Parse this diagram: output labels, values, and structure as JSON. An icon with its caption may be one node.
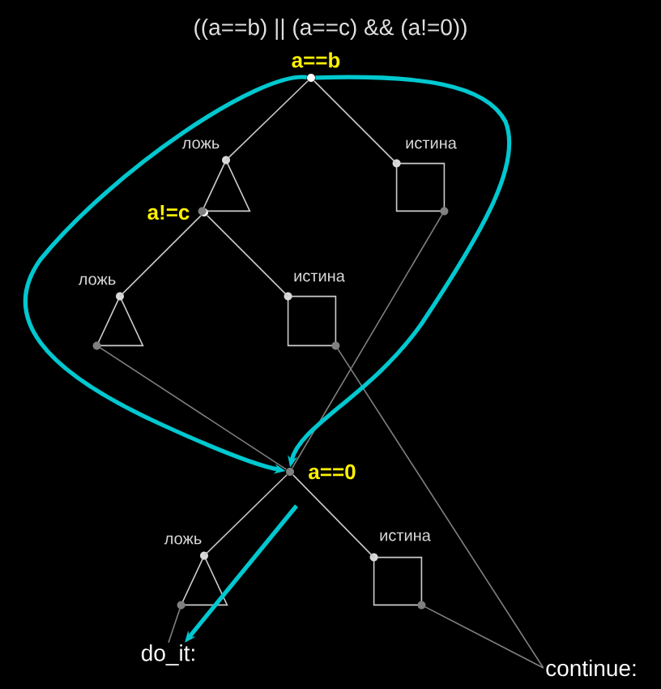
{
  "diagram": {
    "title": "((a==b) || (a==c) && (a!=0))",
    "nodes": [
      {
        "text": [
          "a==b"
        ]
      },
      {
        "text": [
          "a!=c"
        ]
      },
      {
        "text": [
          "a==0"
        ]
      },
      {
        "text": [
          "ложь"
        ]
      },
      {
        "text": [
          "истина"
        ]
      },
      {
        "text": [
          "ложь"
        ]
      },
      {
        "text": [
          "истина"
        ]
      },
      {
        "text": [
          "ложь"
        ]
      },
      {
        "text": [
          "истина"
        ]
      },
      {
        "text": [
          "do_it:"
        ]
      },
      {
        "text": [
          "continue:"
        ]
      }
    ],
    "edges": [
      {
        "from": 0,
        "to": 3,
        "arrow": "none"
      },
      {
        "from": 0,
        "to": 4,
        "arrow": "none"
      },
      {
        "from": 1,
        "to": 5,
        "arrow": "none"
      },
      {
        "from": 1,
        "to": 6,
        "arrow": "none"
      },
      {
        "from": 2,
        "to": 7,
        "arrow": "none"
      },
      {
        "from": 2,
        "to": 8,
        "arrow": "none"
      },
      {
        "from": 5,
        "to": 2,
        "arrow": "none",
        "color": "#808080"
      },
      {
        "from": 4,
        "to": 2,
        "arrow": "none",
        "color": "#808080"
      },
      {
        "from": 6,
        "to": 10,
        "arrow": "none",
        "color": "#808080"
      },
      {
        "from": 7,
        "to": 9,
        "arrow": "none",
        "color": "#808080"
      },
      {
        "from": 8,
        "to": 10,
        "arrow": "none",
        "color": "#808080"
      },
      {
        "from": 0,
        "to": 2,
        "arrow": "to",
        "style": "thick",
        "color": "#00c8d0"
      },
      {
        "from": 0,
        "to": 2,
        "arrow": "to",
        "style": "thick",
        "color": "#00c8d0"
      },
      {
        "from": null,
        "to": 9,
        "arrow": "to",
        "style": "thick",
        "color": "#00c8d0"
      }
    ]
  }
}
